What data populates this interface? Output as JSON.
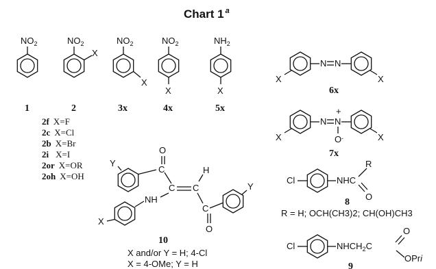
{
  "chart": {
    "title": "Chart 1",
    "title_sup": "a"
  },
  "compounds": {
    "c1": "1",
    "c2": "2",
    "c3": "3x",
    "c4": "4x",
    "c5": "5x",
    "c6": "6x",
    "c7": "7x",
    "c8": "8",
    "c9": "9",
    "c10": "10"
  },
  "atoms": {
    "nitro": "NO",
    "two": "2",
    "amine": "NH",
    "x": "X",
    "y": "Y",
    "n": "N",
    "o": "O",
    "plus": "+",
    "minus": "-",
    "cl": "Cl",
    "h": "H",
    "r": "R",
    "c": "C",
    "nh": "NH",
    "nhc": "NHC",
    "nhch2c": "NHCH",
    "c_tail": "C",
    "opr": "OPr",
    "i": "i"
  },
  "variants_2": [
    {
      "code": "2f",
      "sub": "X=F"
    },
    {
      "code": "2c",
      "sub": "X=Cl"
    },
    {
      "code": "2b",
      "sub": "X=Br"
    },
    {
      "code": "2i",
      "sub": "X=I"
    },
    {
      "code": "2or",
      "sub": "X=OR"
    },
    {
      "code": "2oh",
      "sub": "X=OH"
    }
  ],
  "notes": {
    "r_def": "R = H; OCH(CH3)2; CH(OH)CH3",
    "xy_1": "X and/or Y = H; 4-Cl",
    "xy_2": "X = 4-OMe; Y = H"
  }
}
